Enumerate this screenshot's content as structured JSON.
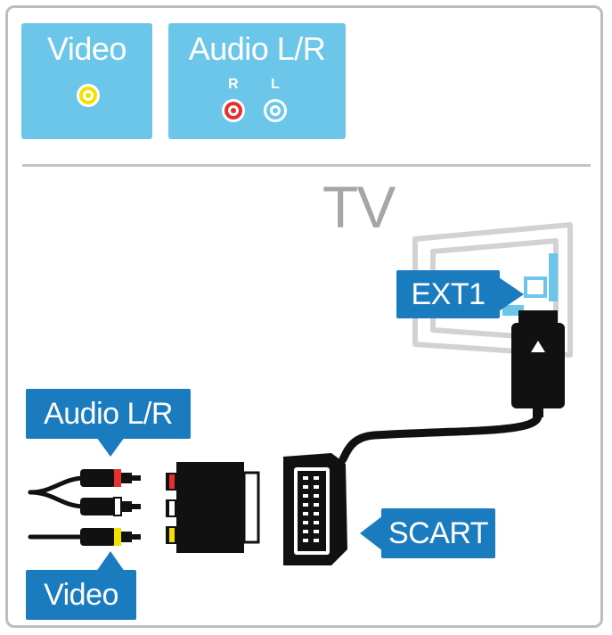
{
  "tiles": {
    "video": {
      "label": "Video",
      "connector_color": "#f4e000",
      "icon": "rca-yellow-jack-icon"
    },
    "audio": {
      "label": "Audio L/R",
      "right_letter": "R",
      "left_letter": "L",
      "right_color": "#e53030",
      "left_color": "#ffffff"
    }
  },
  "diagram": {
    "tv_title": "TV",
    "ext1_label": "EXT1",
    "audio_label": "Audio L/R",
    "video_label": "Video",
    "scart_label": "SCART"
  },
  "colors": {
    "tile_bg": "#6cc6ea",
    "callout_bg": "#1a7cbf",
    "tv_outline": "#d0d0d0",
    "connector": "#111111",
    "red": "#e53030",
    "yellow": "#f4e000"
  }
}
